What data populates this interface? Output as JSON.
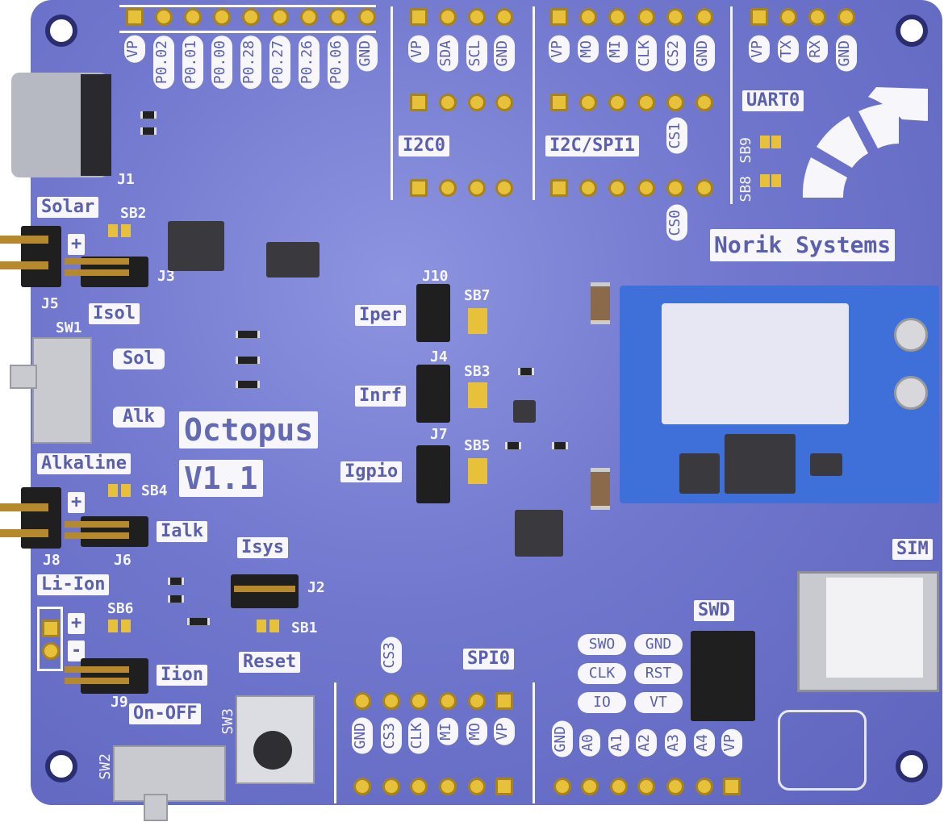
{
  "brand": "Norik Systems",
  "product": {
    "name": "Octopus",
    "version": "V1.1"
  },
  "headers": {
    "gpio_top": [
      "VP",
      "P0.02",
      "P0.01",
      "P0.00",
      "P0.28",
      "P0.27",
      "P0.26",
      "P0.06",
      "GND"
    ],
    "i2c0": {
      "name": "I2C0",
      "pins": [
        "VP",
        "SDA",
        "SCL",
        "GND"
      ]
    },
    "i2c_spi1": {
      "name": "I2C/SPI1",
      "pins": [
        "VP",
        "MO",
        "MI",
        "CLK",
        "CS2",
        "GND"
      ],
      "cs1": "CS1",
      "cs0": "CS0"
    },
    "uart0": {
      "name": "UART0",
      "pins": [
        "VP",
        "TX",
        "RX",
        "GND"
      ]
    },
    "spi0": {
      "name": "SPI0",
      "pins": [
        "GND",
        "CS3",
        "CLK",
        "MI",
        "MO",
        "VP"
      ],
      "cs3": "CS3"
    },
    "analog": [
      "GND",
      "A0",
      "A1",
      "A2",
      "A3",
      "A4",
      "VP"
    ],
    "swd": {
      "name": "SWD",
      "pins": [
        "SWO",
        "GND",
        "CLK",
        "RST",
        "IO",
        "VT"
      ]
    }
  },
  "labels": {
    "solar": "Solar",
    "alkaline": "Alkaline",
    "li_ion": "Li-Ion",
    "isol": "Isol",
    "ialk": "Ialk",
    "iion": "Iion",
    "isys": "Isys",
    "reset": "Reset",
    "on_off": "On-OFF",
    "sim": "SIM",
    "sol": "Sol",
    "alk": "Alk",
    "iper": "Iper",
    "inrf": "Inrf",
    "igpio": "Igpio",
    "plus": "+",
    "minus": "-"
  },
  "refdes": {
    "j1": "J1",
    "j2": "J2",
    "j3": "J3",
    "j4": "J4",
    "j5": "J5",
    "j6": "J6",
    "j7": "J7",
    "j8": "J8",
    "j9": "J9",
    "j10": "J10",
    "sw1": "SW1",
    "sw2": "SW2",
    "sw3": "SW3",
    "sb1": "SB1",
    "sb2": "SB2",
    "sb3": "SB3",
    "sb4": "SB4",
    "sb5": "SB5",
    "sb6": "SB6",
    "sb7": "SB7",
    "sb8": "SB8",
    "sb9": "SB9"
  },
  "colors": {
    "board": "#7077cd",
    "silk": "#f6f6fb",
    "gold": "#e8c13a",
    "module": "#3f6fd8"
  }
}
